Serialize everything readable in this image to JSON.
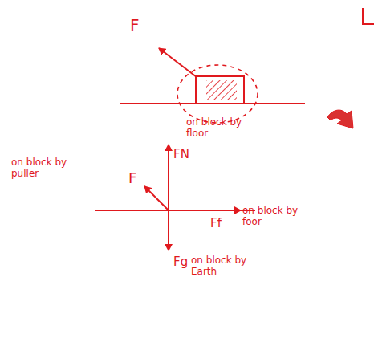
{
  "diagram": {
    "labels": [
      "F",
      "on block by puller",
      "F",
      "FN",
      "on block by floor",
      "Ff",
      "on block by foor",
      "Fg",
      "on block by Earth"
    ]
  }
}
